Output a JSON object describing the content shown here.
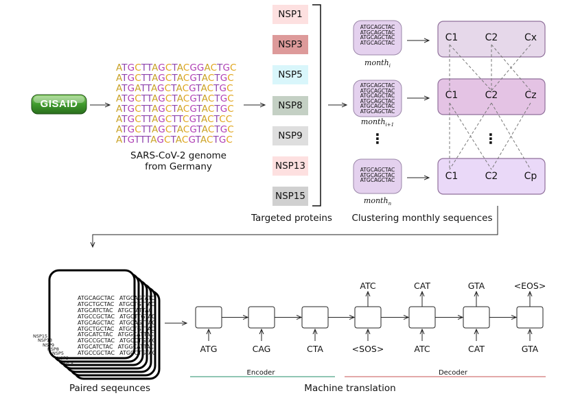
{
  "gisaid_logo": "GISAID",
  "genome": {
    "sequences": [
      "ATGCTTAGCTACGGACTGC",
      "ATGCTTAGCTACGTACTGC",
      "ATGATTAGCTACGTACTGC",
      "ATGCTTAGCTACGTACTGC",
      "ATGCTTAGCTACGTACTGC",
      "ATGCTTAGCTTCGTACTCC",
      "ATGCTTAGCTACGTACTGC",
      "ATGTTTAGCTACGTACTGC"
    ],
    "caption_line1": "SARS-CoV-2 genome",
    "caption_line2": "from Germany",
    "nucleotide_colors": {
      "A": "#e8a317",
      "T": "#9b59b6",
      "G": "#9c27b0",
      "C": "#e8a317"
    }
  },
  "proteins": {
    "items": [
      {
        "label": "NSP1",
        "color": "#fde0e0"
      },
      {
        "label": "NSP3",
        "color": "#dd9a9a"
      },
      {
        "label": "NSP5",
        "color": "#d9f6fb"
      },
      {
        "label": "NSP8",
        "color": "#c4d0c4"
      },
      {
        "label": "NSP9",
        "color": "#dedede"
      },
      {
        "label": "NSP13",
        "color": "#fde0e0"
      },
      {
        "label": "NSP15",
        "color": "#d0d0d0"
      }
    ],
    "caption": "Targeted proteins"
  },
  "clustering": {
    "caption": "Clustering monthly sequences",
    "month_base": "month",
    "month_subs": [
      "i",
      "i+1",
      "n"
    ],
    "mini_seq": "ATGCAGCTAC",
    "ellipsis": "⋮",
    "cluster_rows": [
      {
        "labels": [
          "C1",
          "C2",
          "Cx"
        ],
        "color": "#e6d8ea"
      },
      {
        "labels": [
          "C1",
          "C2",
          "Cz"
        ],
        "color": "#e4c3e4"
      },
      {
        "labels": [
          "C1",
          "C2",
          "Cp"
        ],
        "color": "#ead9f8"
      }
    ]
  },
  "paired": {
    "caption": "Paired seqeunces",
    "stack_labels": [
      "NSP15",
      "NSP13",
      "NSP9",
      "NSP8",
      "NSP5",
      "NSP3",
      "NSP1"
    ],
    "rows": [
      [
        "ATGCAGCTAC",
        "ATGCAGTATC"
      ],
      [
        "ATGCTGCTAC",
        "ATGCTGTTAC"
      ],
      [
        "ATGCATCTAC",
        "ATGCTATTAC"
      ],
      [
        "ATGCCGCTAC",
        "ATGCTTGTAC"
      ],
      [
        "ATGCAGCTAC",
        "ATGCAGTTAC"
      ],
      [
        "ATGCTGCTAC",
        "ATGCTGTTAC"
      ],
      [
        "ATGCATCTAC",
        "ATGGCATTAC"
      ],
      [
        "ATGCCGCTAC",
        "ATGCCTGTAC"
      ],
      [
        "ATGCATCTAC",
        "ATGGCATTAC"
      ],
      [
        "ATGCCGCTAC",
        "ATGCCTGTAC"
      ]
    ]
  },
  "translation": {
    "caption": "Machine translation",
    "inputs": [
      "ATG",
      "CAG",
      "CTA",
      "<SOS>",
      "ATC",
      "CAT",
      "GTA"
    ],
    "outputs": [
      "ATC",
      "CAT",
      "GTA",
      "<EOS>"
    ],
    "encoder_label": "Encoder",
    "decoder_label": "Decoder",
    "encoder_color": "#6ab39a",
    "decoder_color": "#d98c8c"
  }
}
